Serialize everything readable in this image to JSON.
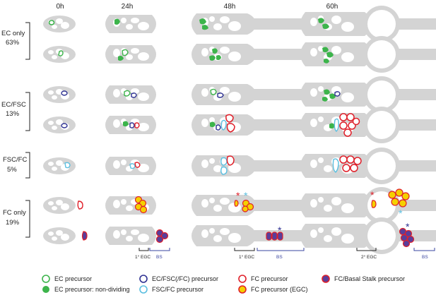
{
  "timepoints": [
    "0h",
    "24h",
    "48h",
    "60h"
  ],
  "groups": [
    {
      "name": "EC only",
      "percent": "63%"
    },
    {
      "name": "EC/FSC",
      "percent": "13%"
    },
    {
      "name": "FSC/FC",
      "percent": "5%"
    },
    {
      "name": "FC only",
      "percent": "19%"
    }
  ],
  "annotations": {
    "egc_1": "1° EGC",
    "egc_2": "2° EGC",
    "bs": "BS",
    "star": "*"
  },
  "legend": [
    {
      "label": "EC precursor",
      "marker": "green-ring"
    },
    {
      "label": "EC precursor: non-dividing",
      "marker": "green-fill"
    },
    {
      "label": "EC/FSC(/FC) precursor",
      "marker": "navy-ring"
    },
    {
      "label": "FSC/FC precursor",
      "marker": "lightblue-ring"
    },
    {
      "label": "FC precursor",
      "marker": "red-ring"
    },
    {
      "label": "FC precursor (EGC)",
      "marker": "yellow-red-fill"
    },
    {
      "label": "FC/Basal Stalk precursor",
      "marker": "purple-red-fill"
    }
  ],
  "colors": {
    "tissue": "#d4d4d4",
    "cell": "#ffffff",
    "ec_green": "#3cb44b",
    "fsc_navy": "#2e3192",
    "fsc_light": "#5bbfe0",
    "fc_red": "#e0202a",
    "egc_yellow": "#f5d000",
    "stalk_purple": "#5a3e9a",
    "bs_line": "#3a45a0"
  }
}
